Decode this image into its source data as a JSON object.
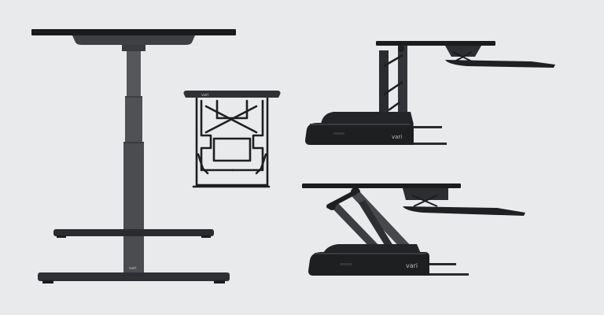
{
  "scene": {
    "background_color": "#e9eaec",
    "desk_color": "#4b4c4f",
    "top_color": "#1a1b1d",
    "riser_color": "#242528",
    "products": [
      {
        "name": "standing-desk",
        "brand_label": "vari"
      },
      {
        "name": "desktop-converter-compact",
        "brand_label": "vari"
      },
      {
        "name": "desktop-converter-raised",
        "brand_label": "vari"
      },
      {
        "name": "desktop-converter-lowered",
        "brand_label": "vari"
      }
    ]
  }
}
